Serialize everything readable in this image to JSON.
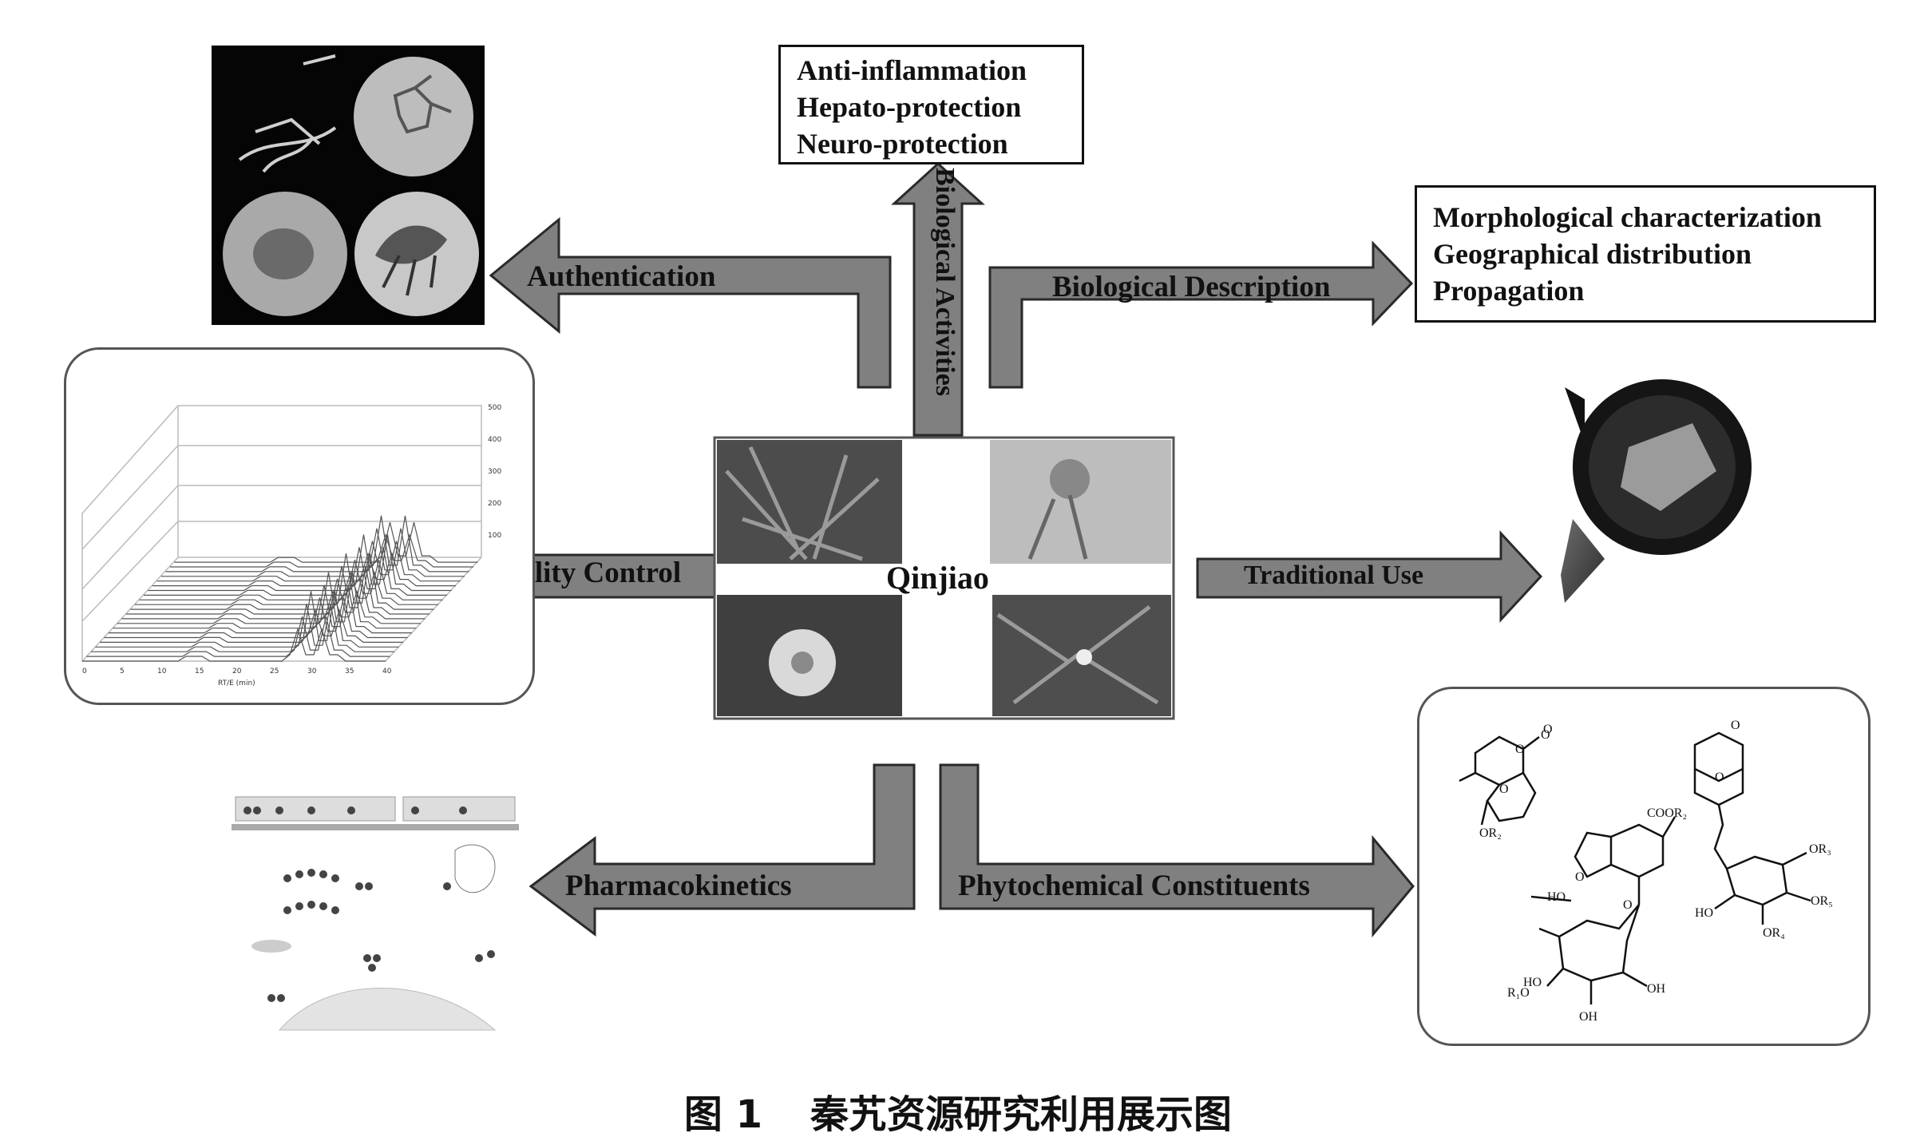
{
  "center": {
    "label": "Qinjiao"
  },
  "arrows": {
    "authentication": "Authentication",
    "biological_activities": "Biological Activities",
    "biological_description": "Biological Description",
    "quality_control": "Quality Control",
    "traditional_use": "Traditional Use",
    "pharmacokinetics": "Pharmacokinetics",
    "phytochemical_constituents": "Phytochemical Constituents"
  },
  "boxes": {
    "activities": [
      "Anti-inflammation",
      "Hepato-protection",
      "Neuro-protection"
    ],
    "description": [
      "Morphological characterization",
      "Geographical distribution",
      "Propagation"
    ]
  },
  "chemistry": {
    "labels": [
      "O",
      "O",
      "O",
      "O",
      "OR₂",
      "COOR₂",
      "HO",
      "O",
      "O",
      "R₁O",
      "HO",
      "OH",
      "OH",
      "O",
      "O",
      "OR₃",
      "HO",
      "OR₅",
      "OR₄"
    ]
  },
  "chromatogram": {
    "x_ticks": [
      "0",
      "5",
      "10",
      "15",
      "20",
      "25",
      "30",
      "35",
      "40"
    ],
    "x_label": "RT/E (min)",
    "z_ticks": [
      "500",
      "400",
      "300",
      "200",
      "100"
    ]
  },
  "caption": {
    "number": "图 1",
    "text": "秦艽资源研究利用展示图"
  },
  "colors": {
    "arrow_fill": "#808080",
    "arrow_stroke": "#2a2a2a",
    "border": "#111111"
  }
}
